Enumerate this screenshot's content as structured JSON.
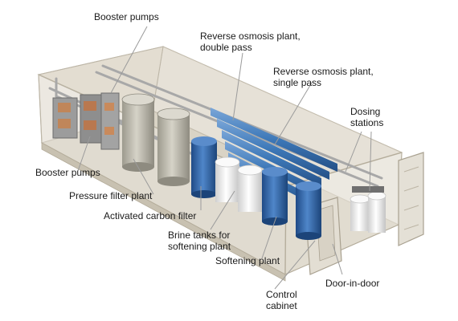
{
  "labels": {
    "booster_pumps_top": "Booster pumps",
    "ro_double": [
      "Reverse osmosis plant,",
      "double pass"
    ],
    "ro_single": [
      "Reverse osmosis plant,",
      "single pass"
    ],
    "dosing": [
      "Dosing",
      "stations"
    ],
    "booster_pumps_left": "Booster pumps",
    "pressure_filter": "Pressure filter plant",
    "activated_carbon": "Activated carbon filter",
    "brine_tanks": [
      "Brine tanks for",
      "softening plant"
    ],
    "softening": "Softening plant",
    "control_cabinet": [
      "Control",
      "cabinet"
    ],
    "door_in_door": "Door-in-door"
  },
  "colors": {
    "container_frame": "#c9c2b4",
    "container_fill": "#e6e1d6",
    "ro_tube": "#3d78b8",
    "blue_tank": "#2f63a8",
    "white_tank": "#f1f1f1",
    "grey_tank": "#b7b4a8",
    "pipe": "#9a9a9a",
    "leader_line": "#9b9b9b"
  }
}
